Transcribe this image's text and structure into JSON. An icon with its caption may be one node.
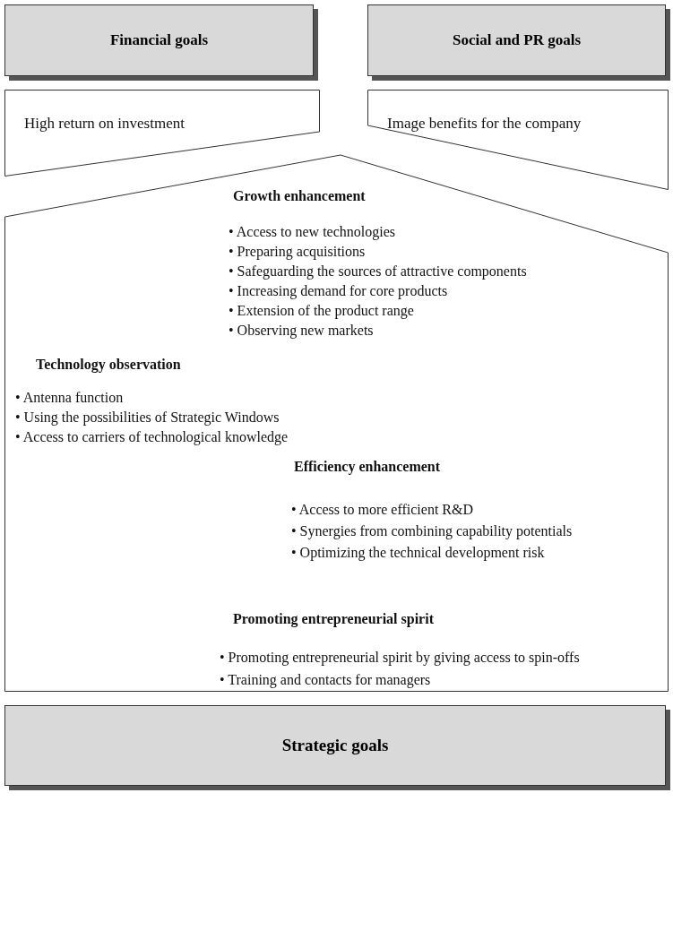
{
  "diagram": {
    "nodes": [
      {
        "text": [
          "Financial goals"
        ]
      },
      {
        "text": [
          "Social and PR goals"
        ]
      },
      {
        "text": [
          "High return on investment"
        ]
      },
      {
        "text": [
          "Image benefits for the company"
        ]
      },
      {
        "text": [
          "Growth enhancement",
          "• Access to new technologies",
          "• Preparing acquisitions",
          "• Safeguarding the sources of attractive components",
          "• Increasing demand for core products",
          "• Extension of the product range",
          "• Observing new markets",
          "Technology observation",
          "• Antenna function",
          "• Using the possibilities of Strategic Windows",
          "• Access to carriers of technological knowledge",
          "Efficiency enhancement",
          "• Access to more efficient R&D",
          "• Synergies from combining capability potentials",
          "• Optimizing the technical development risk",
          "Promoting entrepreneurial spirit",
          "• Promoting entrepreneurial spirit by giving access to spin-offs",
          "• Training and contacts for managers"
        ]
      },
      {
        "text": [
          "Strategic goals"
        ]
      }
    ],
    "edges": []
  }
}
